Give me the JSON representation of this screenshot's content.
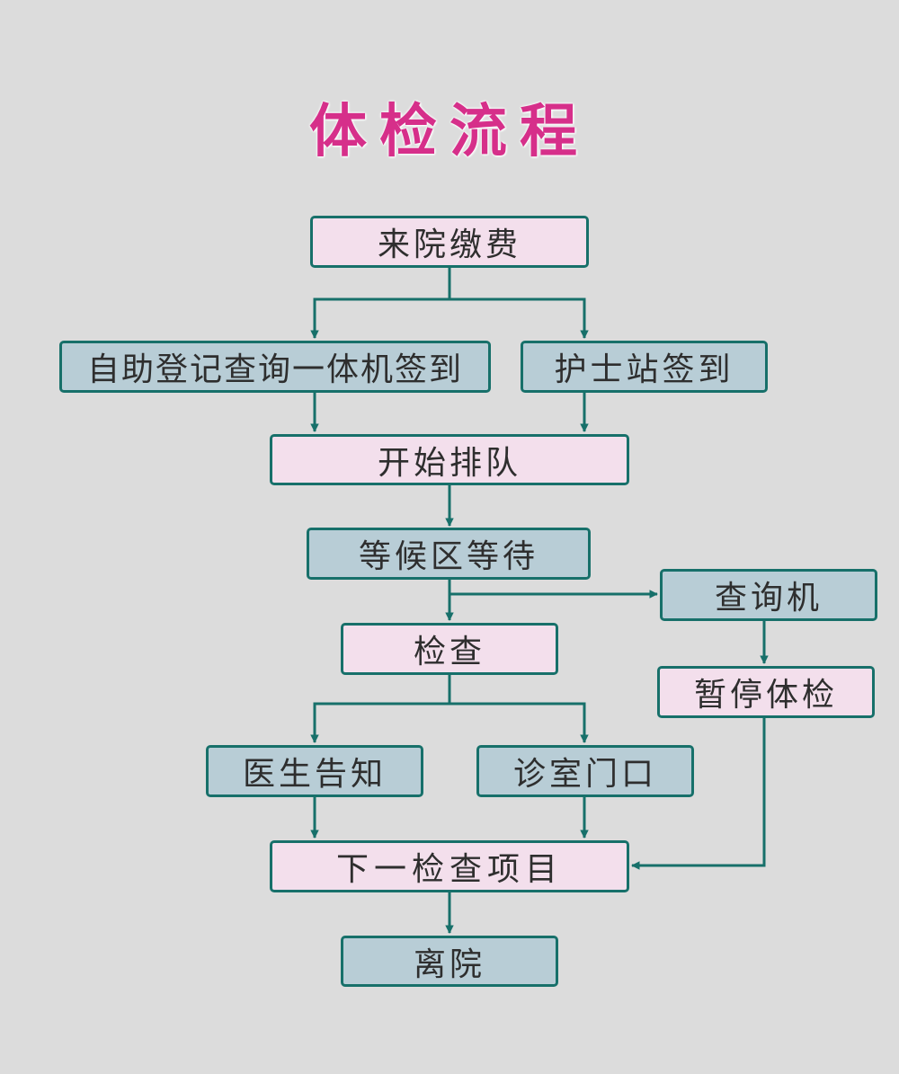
{
  "title": "体检流程",
  "nodes": {
    "pay": "来院缴费",
    "kiosk_checkin": "自助登记查询一体机签到",
    "nurse_checkin": "护士站签到",
    "queue": "开始排队",
    "waiting": "等候区等待",
    "query_machine": "查询机",
    "exam": "检查",
    "pause": "暂停体检",
    "doctor_notice": "医生告知",
    "room_door": "诊室门口",
    "next_item": "下一检查项目",
    "leave": "离院"
  },
  "colors": {
    "pink_box": "#f3dfec",
    "blue_box": "#b8cdd6",
    "border": "#17706a",
    "title": "#d62f8a"
  }
}
